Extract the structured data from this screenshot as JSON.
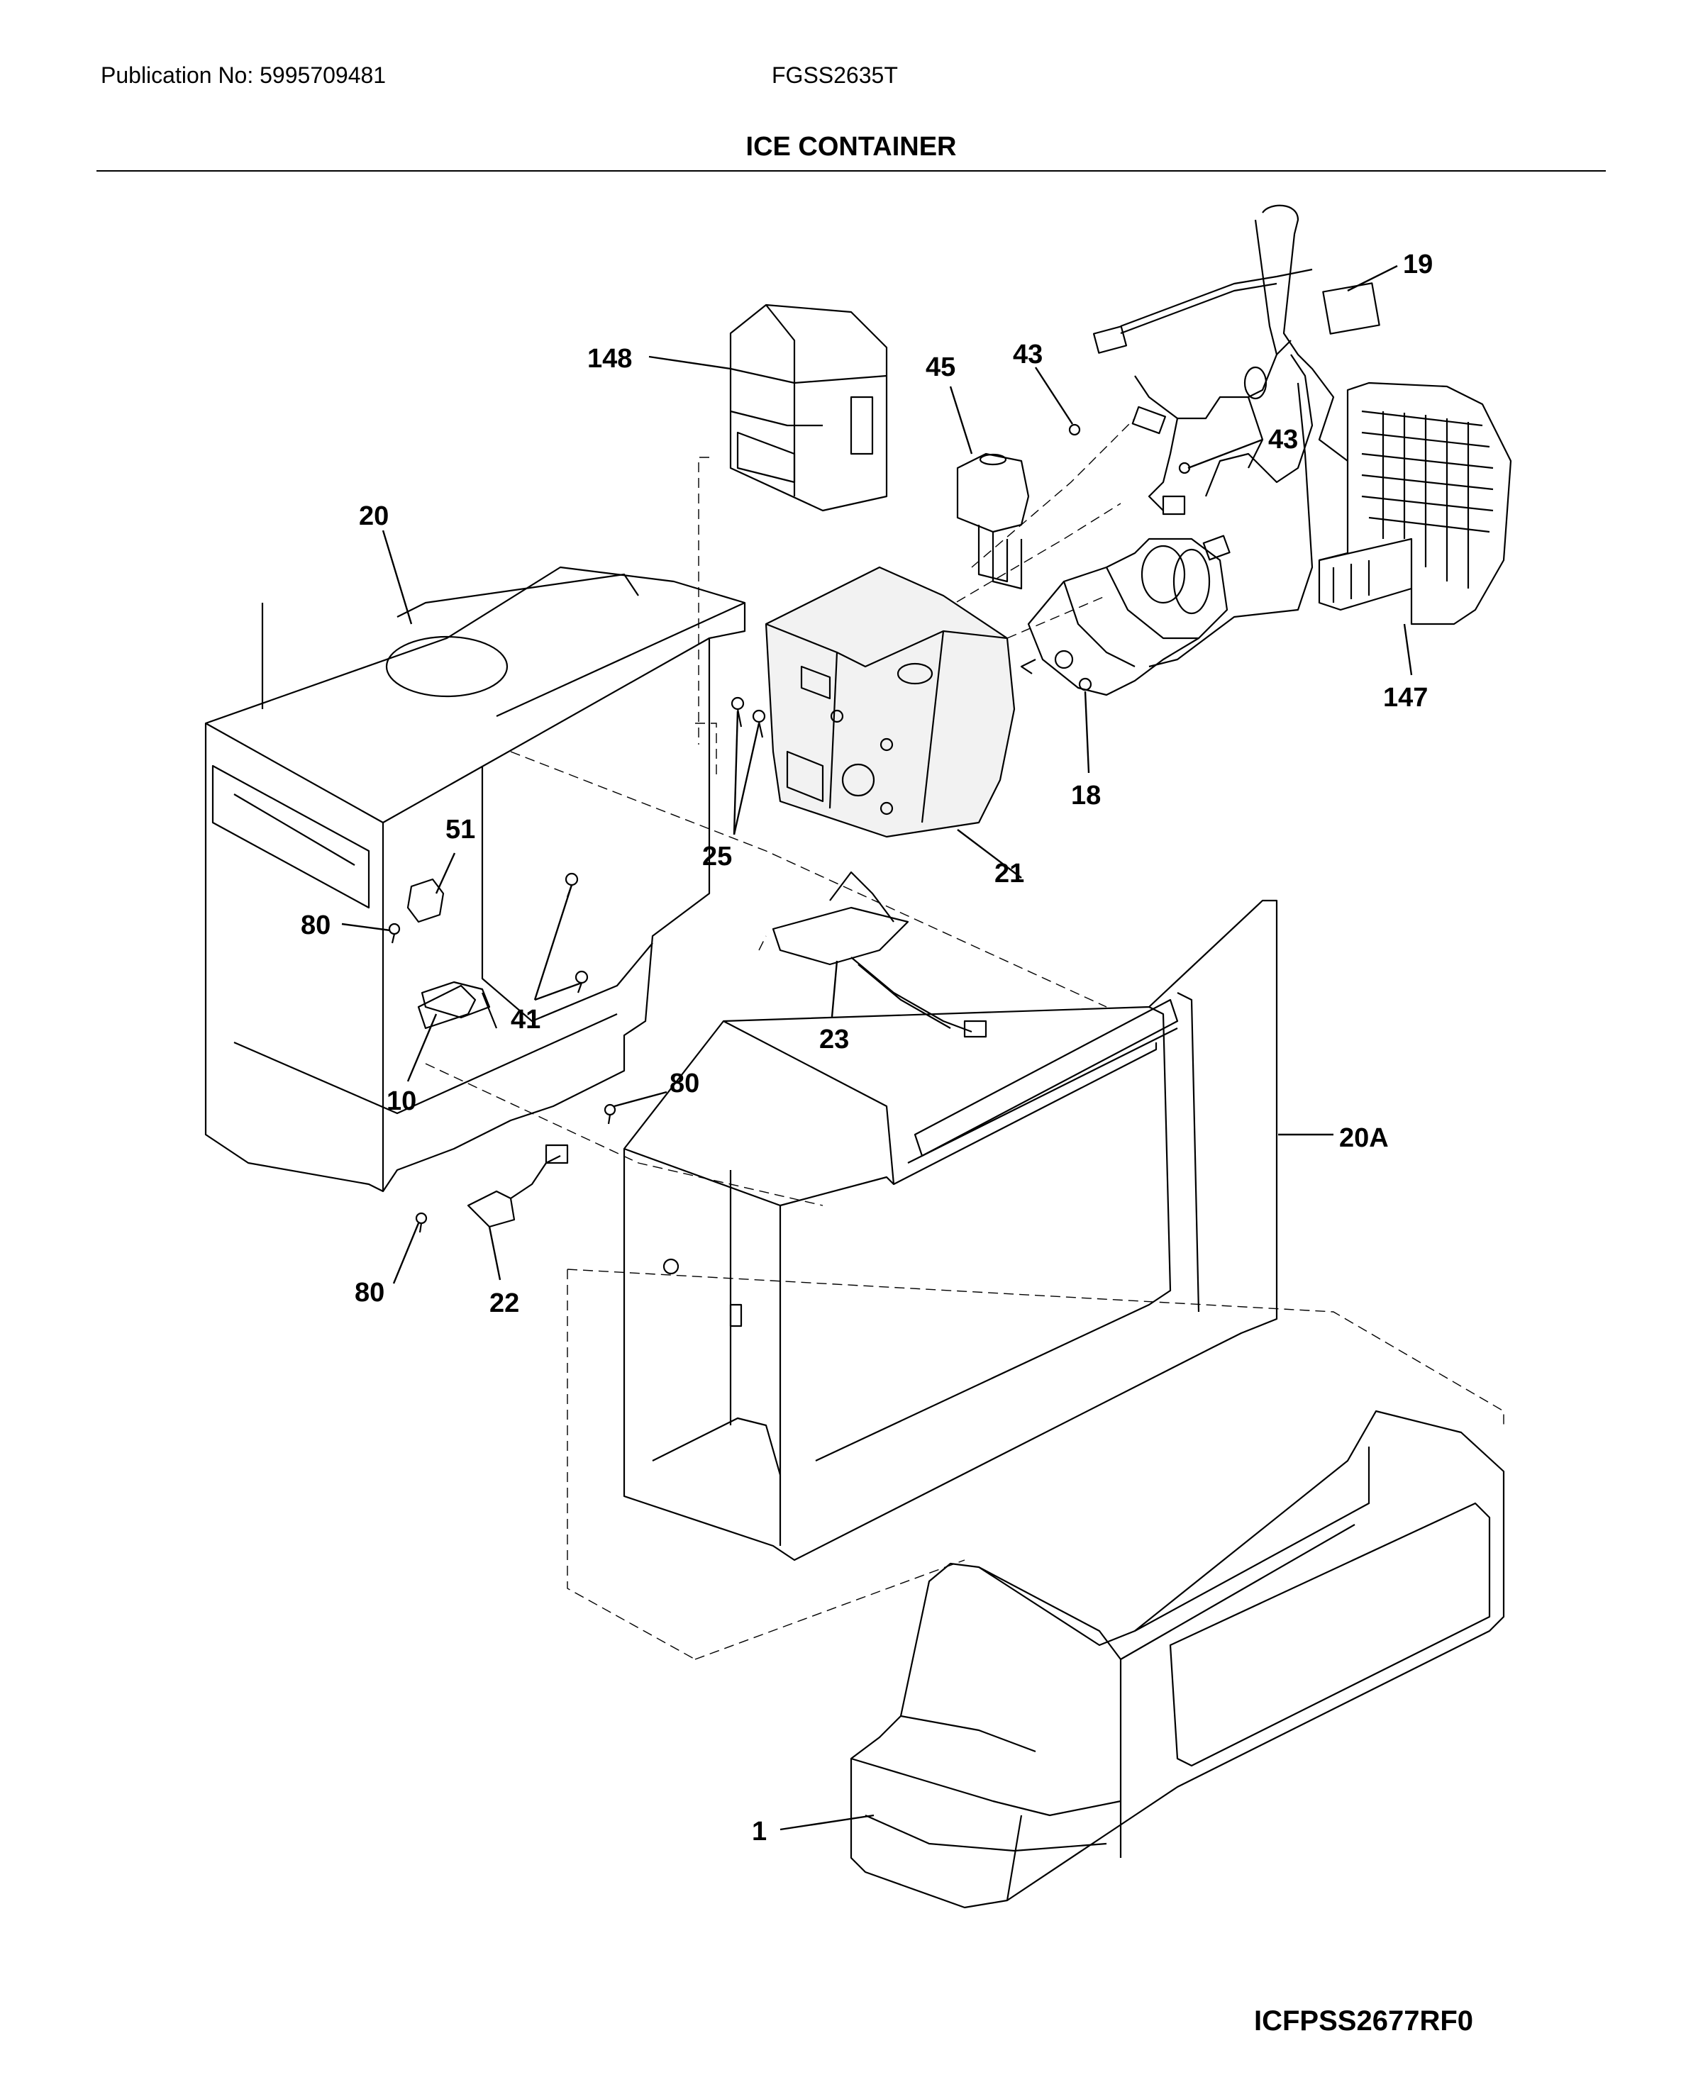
{
  "header": {
    "publication": "Publication No: 5995709481",
    "model": "FGSS2635T",
    "title": "ICE CONTAINER"
  },
  "footer": {
    "drawing_code": "ICFPSS2677RF0"
  },
  "callouts": {
    "c1": "1",
    "c10": "10",
    "c18": "18",
    "c19": "19",
    "c20": "20",
    "c20a": "20A",
    "c21": "21",
    "c22": "22",
    "c23": "23",
    "c25": "25",
    "c41": "41",
    "c43a": "43",
    "c43b": "43",
    "c45": "45",
    "c51": "51",
    "c80a": "80",
    "c80b": "80",
    "c80c": "80",
    "c147": "147",
    "c148": "148"
  }
}
